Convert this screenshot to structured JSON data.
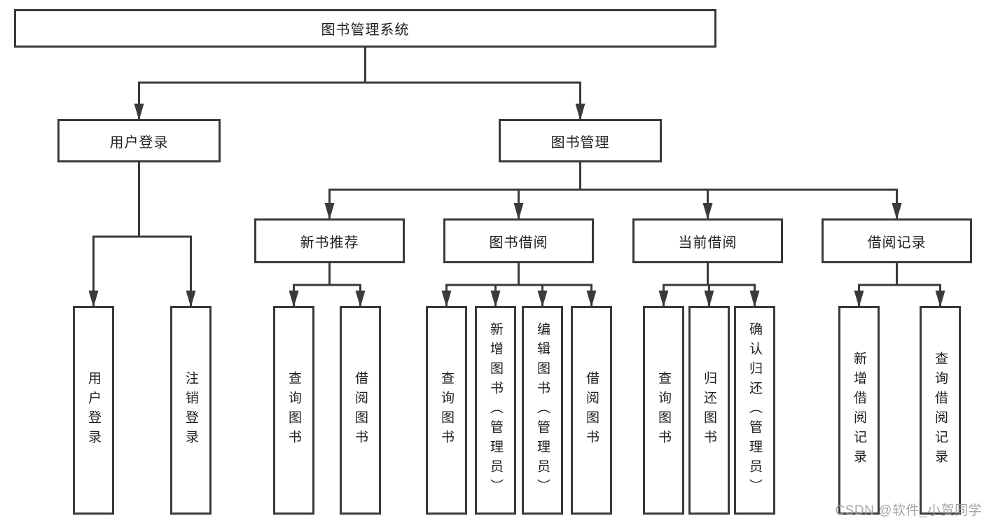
{
  "colors": {
    "line": "#3a3a3a",
    "text": "#1f1f1f",
    "watermark": "#9b9b9e",
    "background": "#ffffff"
  },
  "tree": {
    "label": "图书管理系统",
    "children": [
      {
        "label": "用户登录",
        "children": [
          {
            "label": "用户登录"
          },
          {
            "label": "注销登录"
          }
        ]
      },
      {
        "label": "图书管理",
        "children": [
          {
            "label": "新书推荐",
            "children": [
              {
                "label": "查询图书"
              },
              {
                "label": "借阅图书"
              }
            ]
          },
          {
            "label": "图书借阅",
            "children": [
              {
                "label": "查询图书"
              },
              {
                "label": "新增图书（管理员）"
              },
              {
                "label": "编辑图书（管理员）"
              },
              {
                "label": "借阅图书"
              }
            ]
          },
          {
            "label": "当前借阅",
            "children": [
              {
                "label": "查询图书"
              },
              {
                "label": "归还图书"
              },
              {
                "label": "确认归还（管理员）"
              }
            ]
          },
          {
            "label": "借阅记录",
            "children": [
              {
                "label": "新增借阅记录"
              },
              {
                "label": "查询借阅记录"
              }
            ]
          }
        ]
      }
    ]
  },
  "watermark": {
    "text": "CSDN @软件_小贺同学"
  }
}
